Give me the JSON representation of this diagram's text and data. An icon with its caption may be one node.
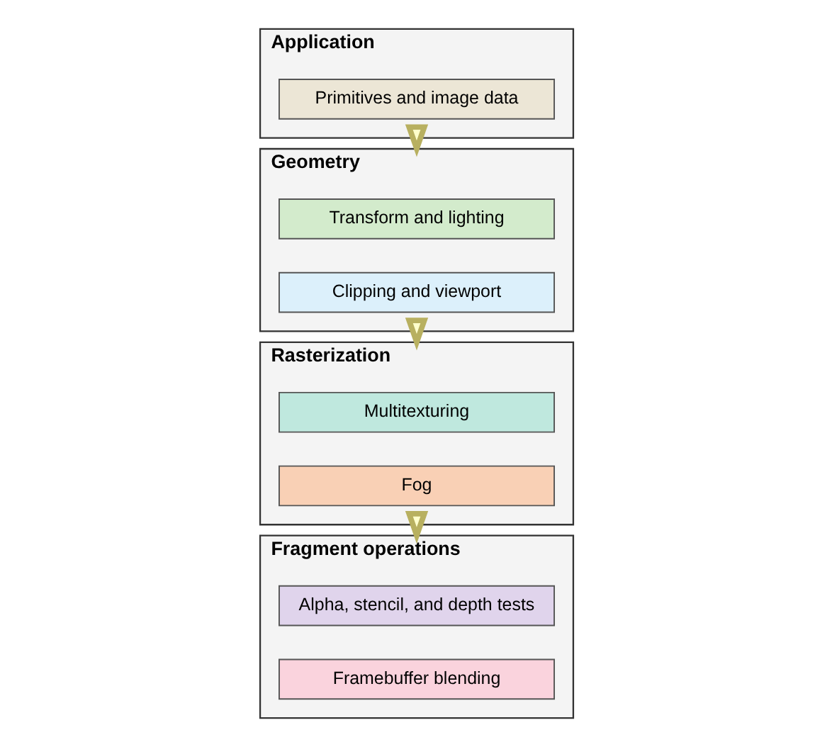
{
  "diagram": {
    "nodes": [
      {
        "text": [
          "Application"
        ]
      },
      {
        "text": [
          "Primitives and image data"
        ],
        "in": 0
      },
      {
        "text": [
          "Geometry"
        ]
      },
      {
        "text": [
          "Transform and lighting"
        ],
        "in": 2
      },
      {
        "text": [
          "Clipping and viewport"
        ],
        "in": 2
      },
      {
        "text": [
          "Rasterization"
        ]
      },
      {
        "text": [
          "Multitexturing"
        ],
        "in": 5
      },
      {
        "text": [
          "Fog"
        ],
        "in": 5
      },
      {
        "text": [
          "Fragment operations"
        ]
      },
      {
        "text": [
          "Alpha, stencil, and depth tests"
        ],
        "in": 8
      },
      {
        "text": [
          "Framebuffer blending"
        ],
        "in": 8
      }
    ],
    "edges": [
      {
        "from": 0,
        "to": 2,
        "arrow": "to"
      },
      {
        "from": 2,
        "to": 5,
        "arrow": "to"
      },
      {
        "from": 5,
        "to": 8,
        "arrow": "to"
      }
    ]
  }
}
